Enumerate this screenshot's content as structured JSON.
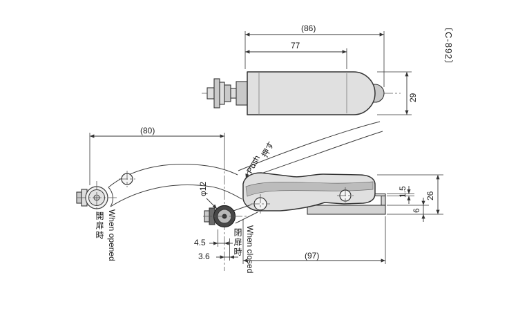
{
  "part_code": "〔C-892〕",
  "annotations": {
    "push_jp": "押す",
    "push_en": "Push",
    "when_opened_jp": "開扉時",
    "when_opened_en": "When opened",
    "when_closed_jp": "閉扉時",
    "when_closed_en": "When closed"
  },
  "dimensions": {
    "top_overall": "(86)",
    "top_body": "77",
    "top_height": "29",
    "opened_reach": "(80)",
    "roller_diameter": "φ12",
    "offset_a": "4.5",
    "offset_b": "3.6",
    "closed_length": "(97)",
    "plate_thickness": "1.5",
    "base_height": "6",
    "overall_height": "26"
  },
  "colors": {
    "line": "#333333",
    "fill_light": "#e0e0e0",
    "fill_mid": "#c9c9c9",
    "fill_dark": "#474747",
    "background": "#ffffff"
  }
}
